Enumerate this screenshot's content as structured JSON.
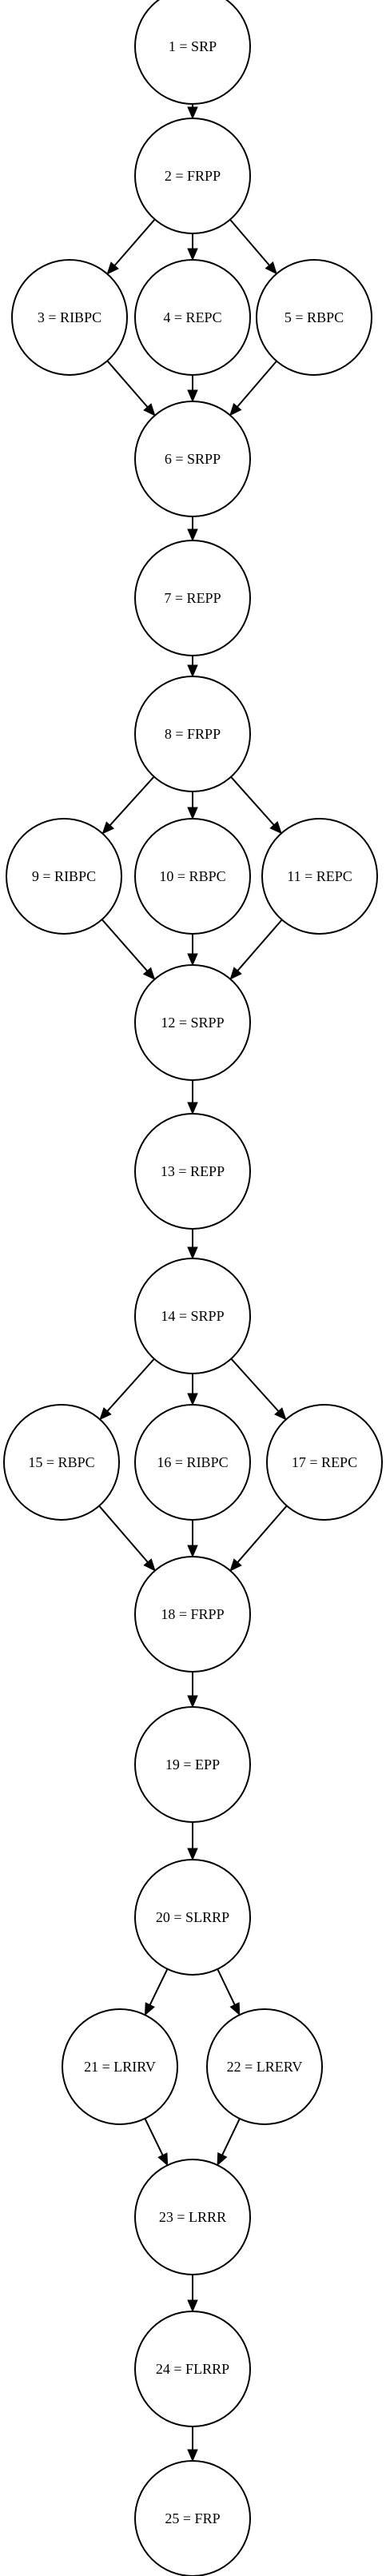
{
  "diagram": {
    "nodes": [
      {
        "id": "n1",
        "label": "1 = SRP"
      },
      {
        "id": "n2",
        "label": "2 = FRPP"
      },
      {
        "id": "n3",
        "label": "3 = RIBPC"
      },
      {
        "id": "n4",
        "label": "4 = REPC"
      },
      {
        "id": "n5",
        "label": "5 = RBPC"
      },
      {
        "id": "n6",
        "label": "6 = SRPP"
      },
      {
        "id": "n7",
        "label": "7 = REPP"
      },
      {
        "id": "n8",
        "label": "8 = FRPP"
      },
      {
        "id": "n9",
        "label": "9 = RIBPC"
      },
      {
        "id": "n10",
        "label": "10 = RBPC"
      },
      {
        "id": "n11",
        "label": "11 = REPC"
      },
      {
        "id": "n12",
        "label": "12 = SRPP"
      },
      {
        "id": "n13",
        "label": "13 = REPP"
      },
      {
        "id": "n14",
        "label": "14 = SRPP"
      },
      {
        "id": "n15",
        "label": "15 = RBPC"
      },
      {
        "id": "n16",
        "label": "16 = RIBPC"
      },
      {
        "id": "n17",
        "label": "17 = REPC"
      },
      {
        "id": "n18",
        "label": "18 = FRPP"
      },
      {
        "id": "n19",
        "label": "19 = EPP"
      },
      {
        "id": "n20",
        "label": "20 = SLRRP"
      },
      {
        "id": "n21",
        "label": "21 = LRIRV"
      },
      {
        "id": "n22",
        "label": "22 = LRERV"
      },
      {
        "id": "n23",
        "label": "23 = LRRR"
      },
      {
        "id": "n24",
        "label": "24 = FLRRP"
      },
      {
        "id": "n25",
        "label": "25 = FRP"
      }
    ],
    "edges": [
      {
        "from": "n1",
        "to": "n2"
      },
      {
        "from": "n2",
        "to": "n3"
      },
      {
        "from": "n2",
        "to": "n4"
      },
      {
        "from": "n2",
        "to": "n5"
      },
      {
        "from": "n3",
        "to": "n6"
      },
      {
        "from": "n4",
        "to": "n6"
      },
      {
        "from": "n5",
        "to": "n6"
      },
      {
        "from": "n6",
        "to": "n7"
      },
      {
        "from": "n7",
        "to": "n8"
      },
      {
        "from": "n8",
        "to": "n9"
      },
      {
        "from": "n8",
        "to": "n10"
      },
      {
        "from": "n8",
        "to": "n11"
      },
      {
        "from": "n9",
        "to": "n12"
      },
      {
        "from": "n10",
        "to": "n12"
      },
      {
        "from": "n11",
        "to": "n12"
      },
      {
        "from": "n12",
        "to": "n13"
      },
      {
        "from": "n13",
        "to": "n14"
      },
      {
        "from": "n14",
        "to": "n15"
      },
      {
        "from": "n14",
        "to": "n16"
      },
      {
        "from": "n14",
        "to": "n17"
      },
      {
        "from": "n15",
        "to": "n18"
      },
      {
        "from": "n16",
        "to": "n18"
      },
      {
        "from": "n17",
        "to": "n18"
      },
      {
        "from": "n18",
        "to": "n19"
      },
      {
        "from": "n19",
        "to": "n20"
      },
      {
        "from": "n20",
        "to": "n21"
      },
      {
        "from": "n20",
        "to": "n22"
      },
      {
        "from": "n21",
        "to": "n23"
      },
      {
        "from": "n22",
        "to": "n23"
      },
      {
        "from": "n23",
        "to": "n24"
      },
      {
        "from": "n24",
        "to": "n25"
      }
    ]
  }
}
